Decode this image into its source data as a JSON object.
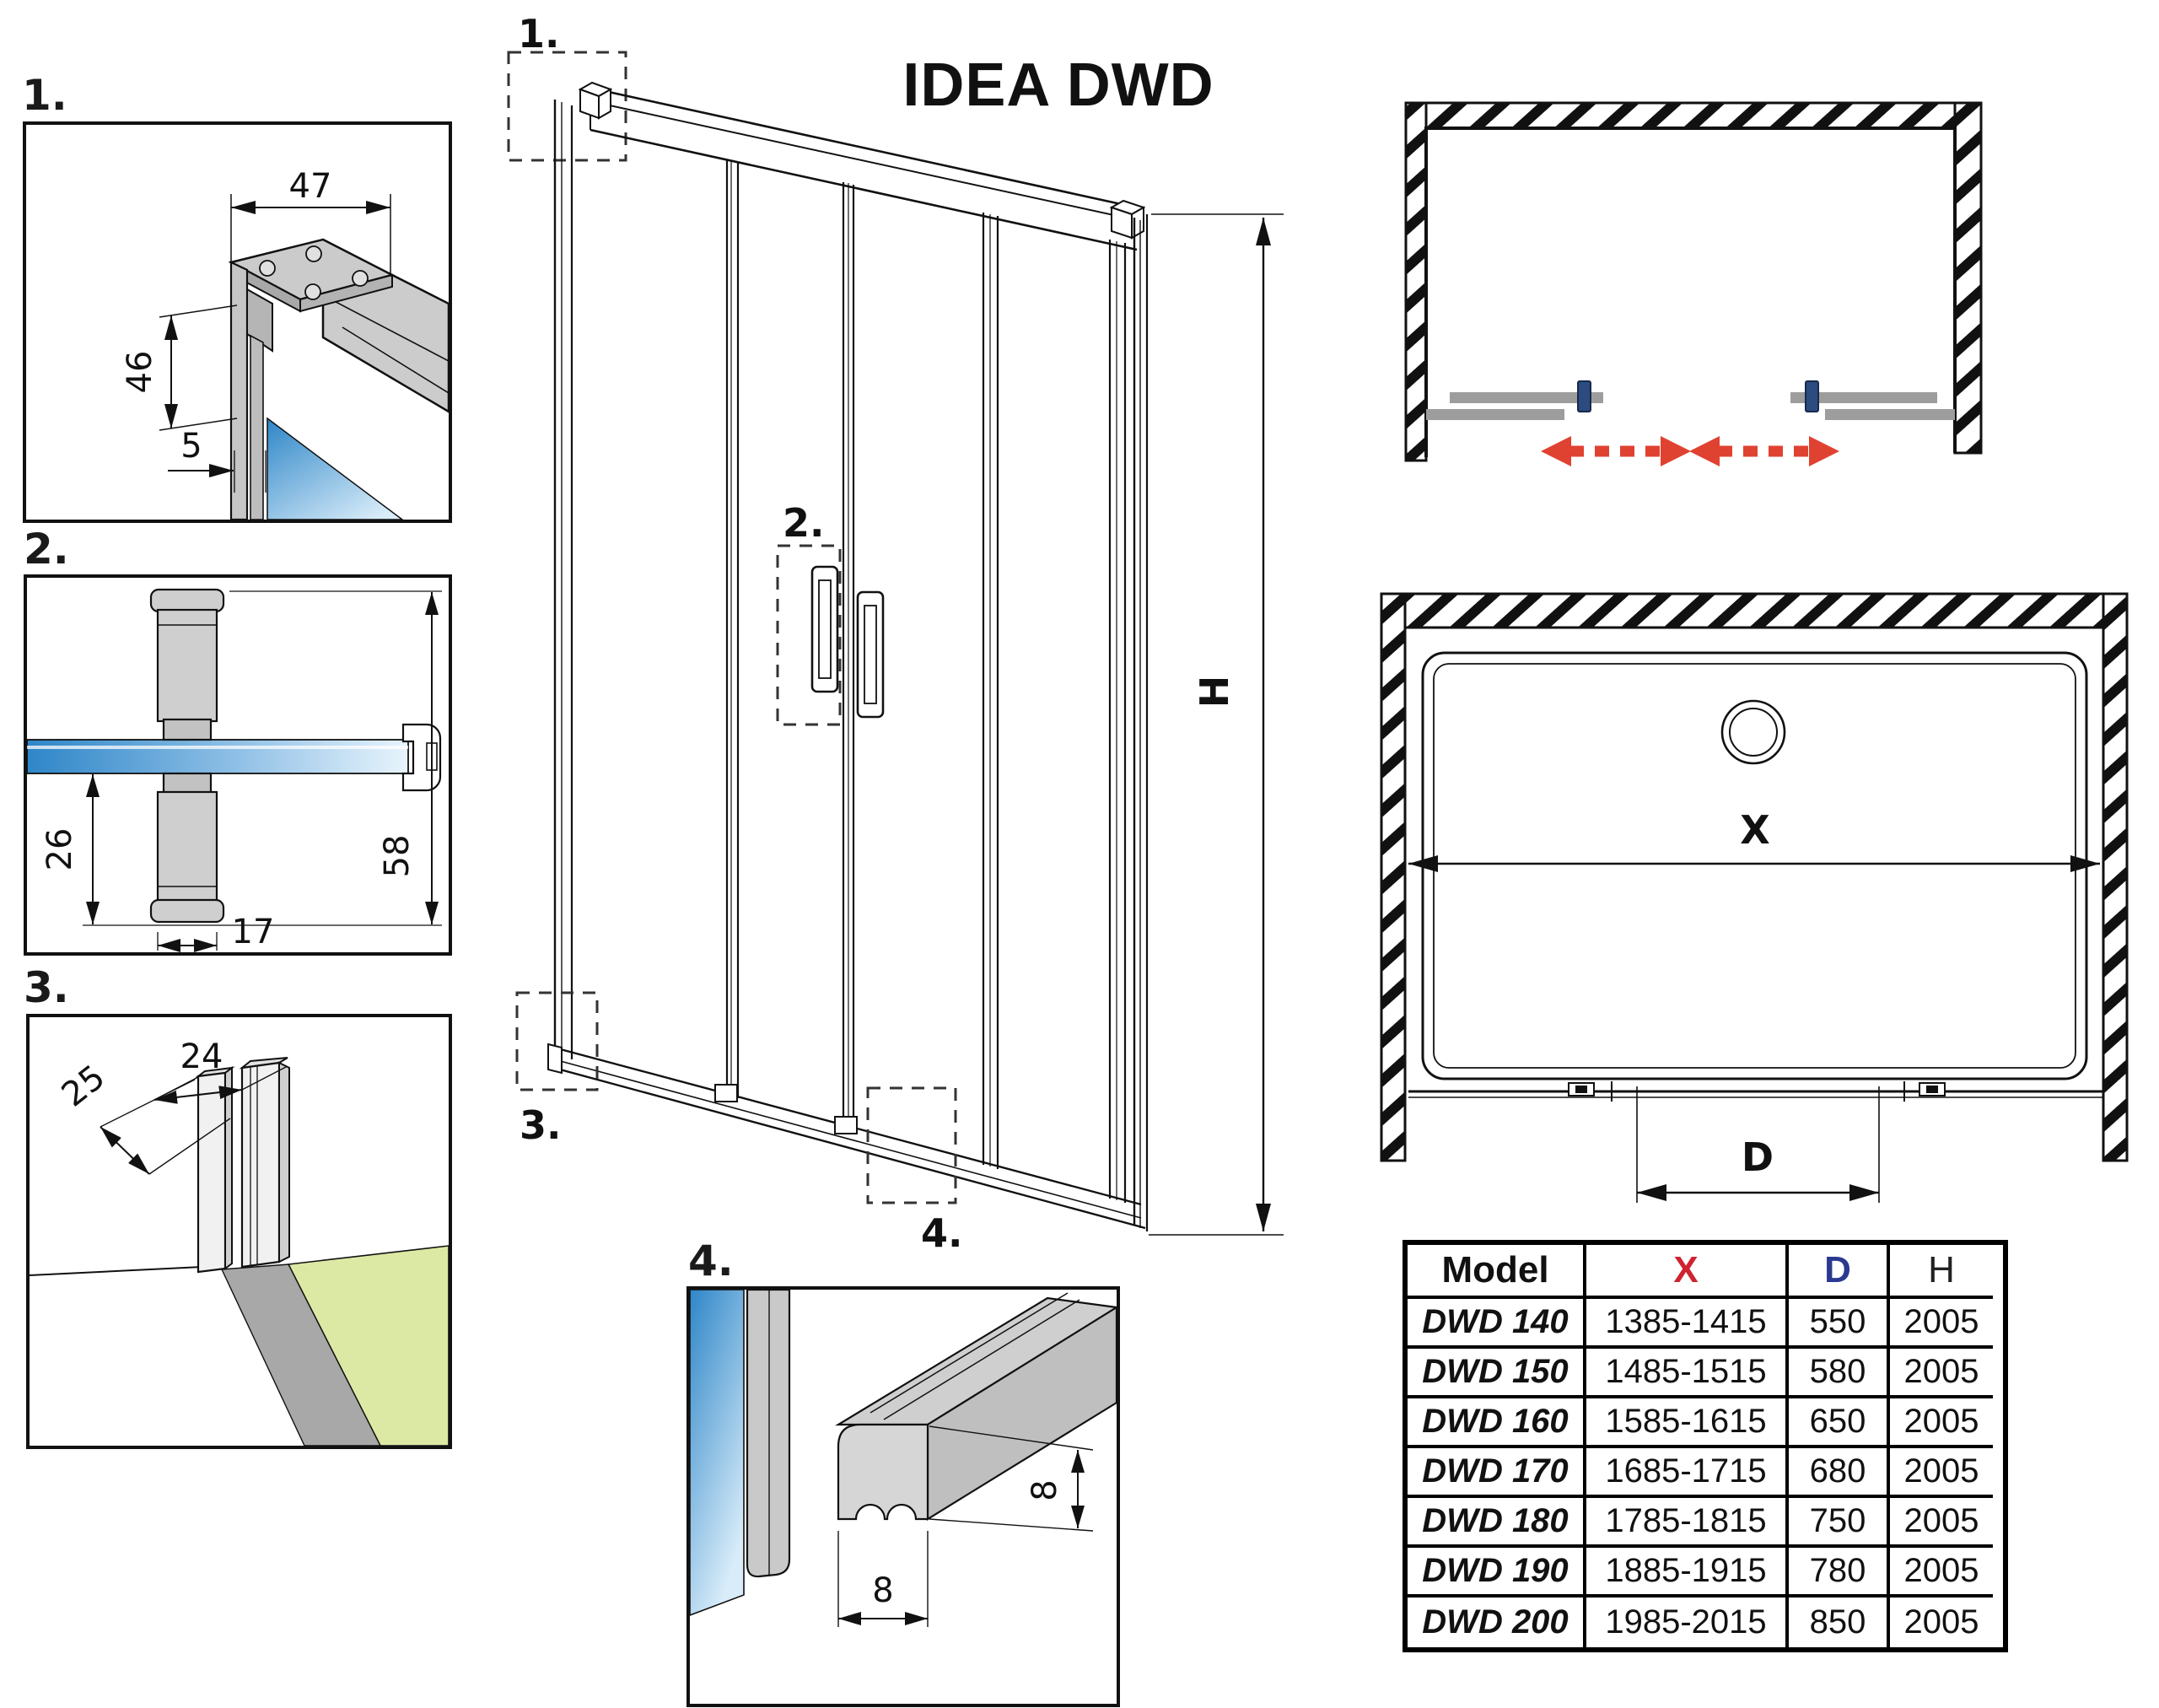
{
  "title": "IDEA DWD",
  "colors": {
    "line": "#111111",
    "red": "#d93a2b",
    "navy": "#2b3990",
    "handle_navy": "#2d4b7f",
    "glass_dark": "#2e86c8",
    "glass_light": "#d8ecf9",
    "floor_green": "#dce9a4",
    "profile_gray": "#c9c9c9",
    "bar_gray": "#9d9d9d"
  },
  "details": {
    "d1": {
      "label": "1.",
      "dim_width": "47",
      "dim_height": "46",
      "dim_gap": "5"
    },
    "d2": {
      "label": "2.",
      "dim_offset": "26",
      "dim_handle": "17",
      "dim_total": "58"
    },
    "d3": {
      "label": "3.",
      "dim_depth": "25",
      "dim_width": "24"
    },
    "d4": {
      "label": "4.",
      "dim_height": "8",
      "dim_width": "8"
    }
  },
  "main": {
    "title": "IDEA DWD",
    "callout1": "1.",
    "callout2": "2.",
    "callout3": "3.",
    "callout4": "4.",
    "height_label": "H"
  },
  "plans": {
    "width_label": "X",
    "door_label": "D"
  },
  "table": {
    "headers": {
      "model": "Model",
      "x": "X",
      "d": "D",
      "h": "H"
    },
    "rows": [
      {
        "model": "DWD 140",
        "x": "1385-1415",
        "d": "550",
        "h": "2005"
      },
      {
        "model": "DWD 150",
        "x": "1485-1515",
        "d": "580",
        "h": "2005"
      },
      {
        "model": "DWD 160",
        "x": "1585-1615",
        "d": "650",
        "h": "2005"
      },
      {
        "model": "DWD 170",
        "x": "1685-1715",
        "d": "680",
        "h": "2005"
      },
      {
        "model": "DWD 180",
        "x": "1785-1815",
        "d": "750",
        "h": "2005"
      },
      {
        "model": "DWD 190",
        "x": "1885-1915",
        "d": "780",
        "h": "2005"
      },
      {
        "model": "DWD 200",
        "x": "1985-2015",
        "d": "850",
        "h": "2005"
      }
    ]
  }
}
